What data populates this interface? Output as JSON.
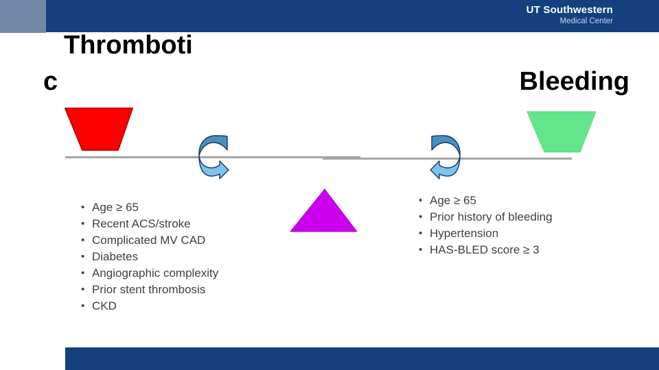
{
  "brand": {
    "logo_line1": "UT Southwestern",
    "logo_line2": "Medical Center"
  },
  "title": {
    "left_line1": "Thromboti",
    "left_line2": "c",
    "right": "Bleeding"
  },
  "bullet_char": "•",
  "lists": {
    "thrombotic": {
      "items": [
        "Age ≥ 65",
        "Recent ACS/stroke",
        "Complicated MV CAD",
        "Diabetes",
        "Angiographic complexity",
        "Prior stent thrombosis",
        "CKD"
      ]
    },
    "bleeding": {
      "items": [
        "Age ≥ 65",
        "Prior history of bleeding",
        "Hypertension",
        "HAS-BLED score ≥ 3"
      ]
    }
  },
  "colors": {
    "header_navy": "#14417D",
    "header_gray": "#7288A5",
    "thrombotic_weight_fill": "#FF0000",
    "thrombotic_weight_border": "#C00000",
    "bleeding_weight_fill": "#63E58A",
    "bleeding_weight_border": "#55D57C",
    "fulcrum_fill": "#CC00EE",
    "fulcrum_border": "#A511C9",
    "beam_gray": "#A6A6A6",
    "arrow_dark": "#4A8FC2",
    "arrow_light": "#7EC3EE",
    "arrow_outline": "#17375E"
  }
}
